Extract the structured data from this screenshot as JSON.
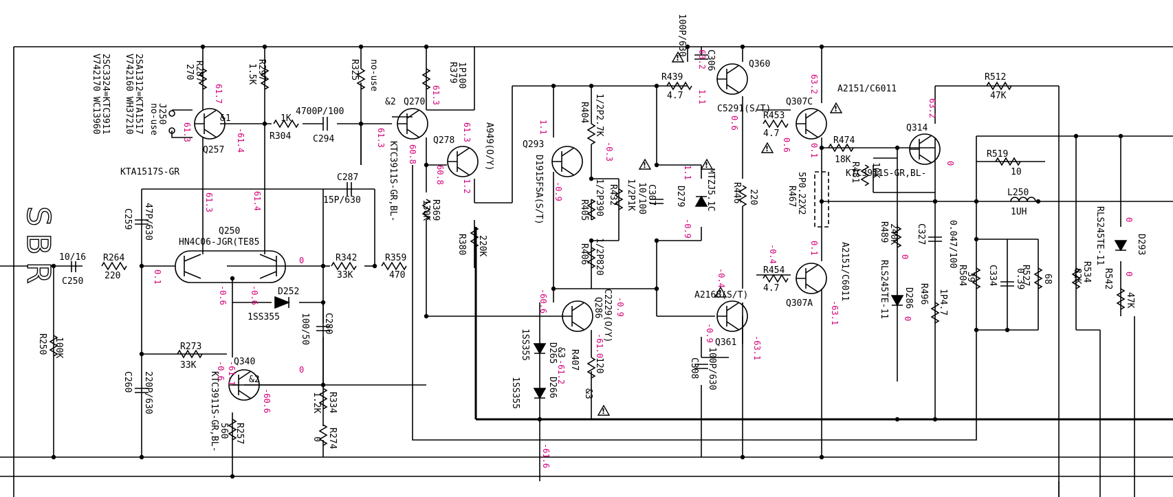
{
  "section_title": "SBR",
  "equivalence_notes": [
    "2SC3324=KTC3911",
    "V742170 WC13960",
    "2SA1312=KTA1517",
    "V742160 WH37210"
  ],
  "transistors": [
    {
      "ref": "Q257",
      "part": "KTA1517S-GR"
    },
    {
      "ref": "Q250",
      "part": "HN4C06-JGR(TE85"
    },
    {
      "ref": "Q340",
      "part": "KTC3911S-GR,BL-"
    },
    {
      "ref": "Q270",
      "part": "KTC3911S-GR,BL-"
    },
    {
      "ref": "Q278",
      "part": "A949(O/Y)"
    },
    {
      "ref": "Q293",
      "part": "D1915FSA(S/T)"
    },
    {
      "ref": "Q286",
      "part": "C2229(O/Y)"
    },
    {
      "ref": "Q360",
      "part": "C5291(S/T)"
    },
    {
      "ref": "Q361",
      "part": "A2168(S/T)"
    },
    {
      "ref": "Q307C",
      "part": "A2151/C6011"
    },
    {
      "ref": "Q307A",
      "part": "A2151/C6011"
    },
    {
      "ref": "Q314",
      "part": "KTC3911S-GR,BL-"
    }
  ],
  "resistors": [
    {
      "ref": "R287",
      "value": "270"
    },
    {
      "ref": "R297",
      "value": "1.5K"
    },
    {
      "ref": "R325",
      "value": "no-use"
    },
    {
      "ref": "R304",
      "value": "1K"
    },
    {
      "ref": "R379",
      "value": "1P100"
    },
    {
      "ref": "R264",
      "value": "220"
    },
    {
      "ref": "R342",
      "value": "33K"
    },
    {
      "ref": "R359",
      "value": "470"
    },
    {
      "ref": "R369",
      "value": "130K"
    },
    {
      "ref": "R273",
      "value": "33K"
    },
    {
      "ref": "R257",
      "value": "560"
    },
    {
      "ref": "R334",
      "value": "1.2K"
    },
    {
      "ref": "R274",
      "value": "0"
    },
    {
      "ref": "R250",
      "value": "100K"
    },
    {
      "ref": "R380",
      "value": "220K"
    },
    {
      "ref": "R404",
      "value": "1/2P2.7K"
    },
    {
      "ref": "R405",
      "value": "1/2P390"
    },
    {
      "ref": "R432",
      "value": "1/2P1K"
    },
    {
      "ref": "R406",
      "value": "1/2P820"
    },
    {
      "ref": "R407",
      "value": "120"
    },
    {
      "ref": "R439",
      "value": "4.7"
    },
    {
      "ref": "R453",
      "value": "4.7"
    },
    {
      "ref": "R454",
      "value": "4.7"
    },
    {
      "ref": "R446",
      "value": "220"
    },
    {
      "ref": "R474",
      "value": "18K"
    },
    {
      "ref": "R481",
      "value": "10K"
    },
    {
      "ref": "R467",
      "value": "5P0.22X2"
    },
    {
      "ref": "R489",
      "value": "240K"
    },
    {
      "ref": "R512",
      "value": "47K"
    },
    {
      "ref": "R519",
      "value": "10"
    },
    {
      "ref": "R496",
      "value": "1P4.7"
    },
    {
      "ref": "R504",
      "value": "39"
    },
    {
      "ref": "R527",
      "value": "68"
    },
    {
      "ref": "R534",
      "value": "82K"
    },
    {
      "ref": "R542",
      "value": "47K"
    }
  ],
  "capacitors": [
    {
      "ref": "C294",
      "value": "4700P/100"
    },
    {
      "ref": "C287",
      "value": "15P/630"
    },
    {
      "ref": "C259",
      "value": "47P/630"
    },
    {
      "ref": "C250",
      "value": "10/16"
    },
    {
      "ref": "C280",
      "value": "100/50"
    },
    {
      "ref": "C260",
      "value": "220P/630"
    },
    {
      "ref": "C306",
      "value": "100P/630"
    },
    {
      "ref": "C307",
      "value": "10/100"
    },
    {
      "ref": "C308",
      "value": "100P/630"
    },
    {
      "ref": "C327",
      "value": "0.047/100"
    },
    {
      "ref": "C334",
      "value": "0.39"
    }
  ],
  "diodes": [
    {
      "ref": "D252",
      "part": "1SS355"
    },
    {
      "ref": "D265",
      "part": "1SS355"
    },
    {
      "ref": "D266",
      "part": "1SS355"
    },
    {
      "ref": "D279",
      "part": "MTZJ5.1C"
    },
    {
      "ref": "D286",
      "part": "RLS245TE-11"
    },
    {
      "ref": "D293",
      "part": "RLS245TE-11"
    }
  ],
  "inductors": [
    {
      "ref": "L250",
      "value": "1UH"
    }
  ],
  "jumpers": [
    {
      "ref": "J250",
      "note": "no-use"
    }
  ],
  "marks": {
    "m1": "&1",
    "m2": "&2",
    "m2b": "&2",
    "m3": "&3",
    "m3b": "&3"
  },
  "voltages": {
    "a1": "61.7",
    "a2": "61.3",
    "a3": "-61.4",
    "a4": "61.3",
    "a5": "61.4",
    "a6": "0.1",
    "a7": "0",
    "a8": "-0.6",
    "a9": "-0.6",
    "a10": "0",
    "a11": "-0.6",
    "a12": "-61.1",
    "a13": "-60.6",
    "a14": "61.3",
    "a15": "61.3",
    "a16": "60.8",
    "a17": "60.8",
    "a18": "61.3",
    "a19": "1.2",
    "a20": "1.1",
    "a21": "-0.9",
    "a22": "-0.3",
    "a23": "1.1",
    "a24": "-0.9",
    "a25": "-0.9",
    "a26": "-60.6",
    "a27": "-61.0",
    "a28": "-61.2",
    "a29": "-61.6",
    "a30": "63.2",
    "a31": "1.1",
    "a32": "0.6",
    "a33": "63.2",
    "a34": "0.6",
    "a35": "0.1",
    "a36": "-0.4",
    "a37": "0.1",
    "a38": "-0.4",
    "a39": "-0.9",
    "a40": "-63.1",
    "a41": "-63.1",
    "a42": "63.2",
    "a43": "0",
    "a44": "0",
    "a45": "0",
    "a46": "0",
    "a47": "0"
  }
}
